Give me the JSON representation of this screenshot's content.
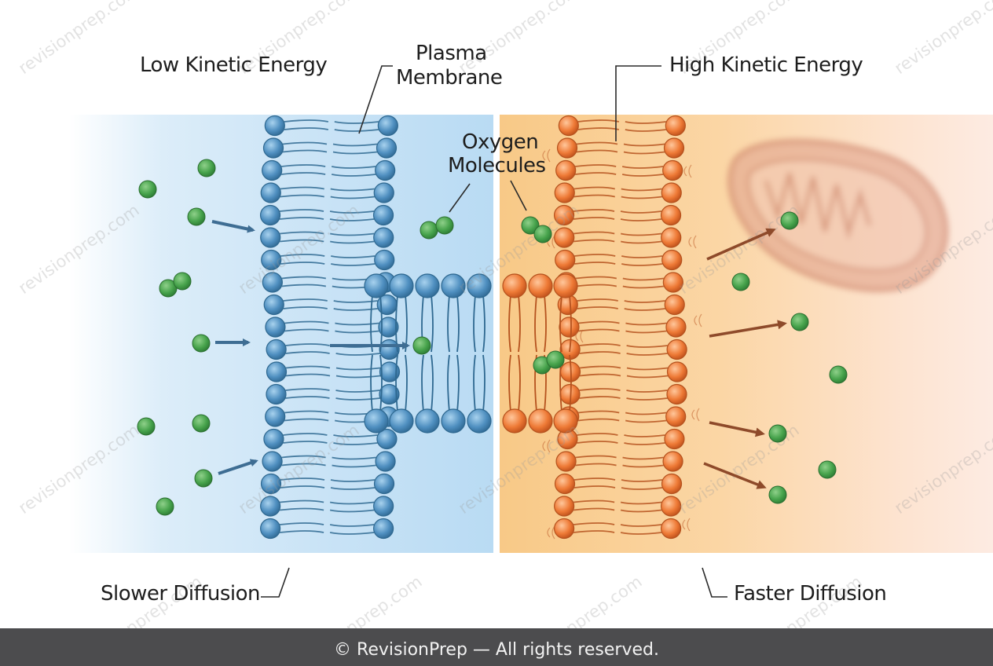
{
  "labels": {
    "low_kinetic_energy": "Low Kinetic Energy",
    "plasma_membrane_line1": "Plasma",
    "plasma_membrane_line2": "Membrane",
    "high_kinetic_energy": "High Kinetic Energy",
    "oxygen_molecules_line1": "Oxygen",
    "oxygen_molecules_line2": "Molecules",
    "slower_diffusion": "Slower Diffusion",
    "faster_diffusion": "Faster Diffusion"
  },
  "watermark": {
    "text": "revisionprep.com"
  },
  "footer": {
    "text": "© RevisionPrep — All rights reserved."
  },
  "colors": {
    "cold_membrane": "#4f8fc0",
    "cold_background": "#cfe6f7",
    "hot_membrane": "#ee7a36",
    "hot_background": "#fbd6a6",
    "oxygen": "#3f9a45",
    "cold_arrow": "#3e6d93",
    "hot_arrow": "#8e4a2a",
    "footer_background": "#4c4c4e"
  },
  "icons": [
    "oxygen-molecule-icon",
    "mitochondrion-icon",
    "diffusion-arrow-icon"
  ]
}
